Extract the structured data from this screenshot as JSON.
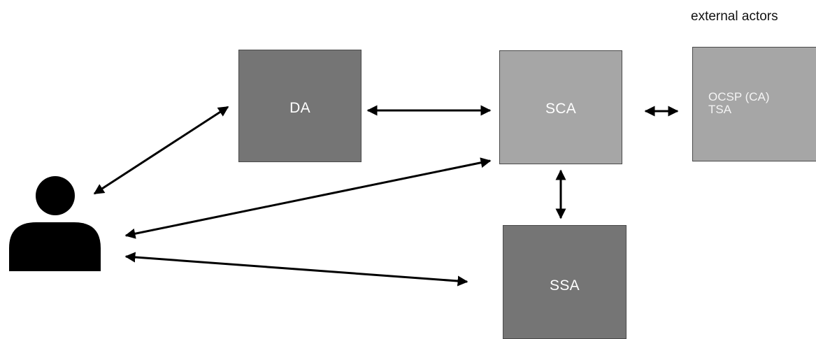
{
  "nodes": {
    "da": {
      "label": "DA",
      "color": "#757575"
    },
    "sca": {
      "label": "SCA",
      "color": "#a6a6a6"
    },
    "ssa": {
      "label": "SSA",
      "color": "#757575"
    },
    "external": {
      "caption": "external actors",
      "lines": [
        "OCSP (CA)",
        "TSA"
      ],
      "color": "#a6a6a6"
    },
    "user": {
      "icon": "user-icon"
    }
  },
  "edges": [
    {
      "from": "user",
      "to": "da",
      "direction": "bidirectional"
    },
    {
      "from": "da",
      "to": "sca",
      "direction": "bidirectional"
    },
    {
      "from": "sca",
      "to": "external",
      "direction": "bidirectional"
    },
    {
      "from": "sca",
      "to": "ssa",
      "direction": "bidirectional"
    },
    {
      "from": "user",
      "to": "sca",
      "direction": "bidirectional"
    },
    {
      "from": "user",
      "to": "ssa",
      "direction": "bidirectional"
    }
  ],
  "colors": {
    "arrow": "#000000",
    "user_icon": "#000000"
  }
}
